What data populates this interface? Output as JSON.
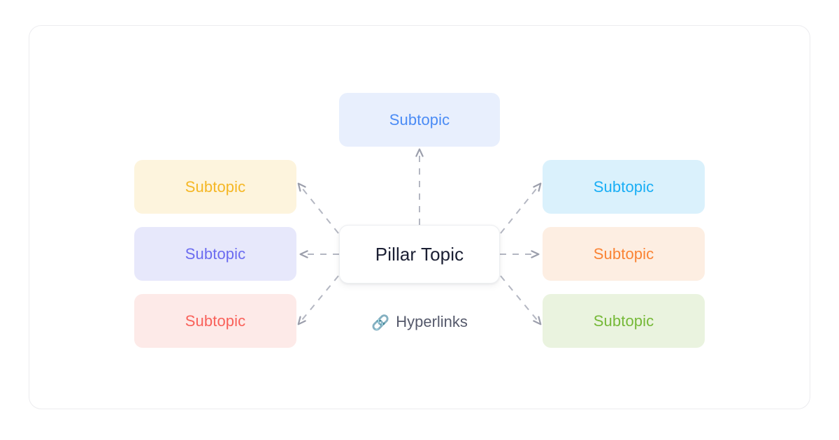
{
  "diagram": {
    "type": "hub-and-spoke-topic-cluster",
    "center": {
      "label": "Pillar Topic",
      "text_color": "#1b1f33",
      "background": "#ffffff",
      "border_color": "#eceef1"
    },
    "caption": {
      "icon": "link-icon",
      "icon_glyph": "🔗",
      "label": "Hyperlinks",
      "text_color": "#55596b"
    },
    "connector": {
      "style": "dashed",
      "color": "#adb0bb",
      "arrow": "outward",
      "count": 7
    },
    "nodes": [
      {
        "id": "top-center",
        "label": "Subtopic",
        "position": "top-center",
        "background": "#e8effd",
        "text_color": "#4a8bf5"
      },
      {
        "id": "top-left",
        "label": "Subtopic",
        "position": "left-upper",
        "background": "#fdf4dd",
        "text_color": "#f5b724"
      },
      {
        "id": "mid-left",
        "label": "Subtopic",
        "position": "left-middle",
        "background": "#e7e8fb",
        "text_color": "#6b6bf0"
      },
      {
        "id": "bottom-left",
        "label": "Subtopic",
        "position": "left-lower",
        "background": "#fdeae8",
        "text_color": "#f9615a"
      },
      {
        "id": "top-right",
        "label": "Subtopic",
        "position": "right-upper",
        "background": "#daf1fc",
        "text_color": "#18aef5"
      },
      {
        "id": "mid-right",
        "label": "Subtopic",
        "position": "right-middle",
        "background": "#fdeee2",
        "text_color": "#fa8334"
      },
      {
        "id": "bottom-right",
        "label": "Subtopic",
        "position": "right-lower",
        "background": "#eaf3df",
        "text_color": "#76b938"
      }
    ]
  }
}
